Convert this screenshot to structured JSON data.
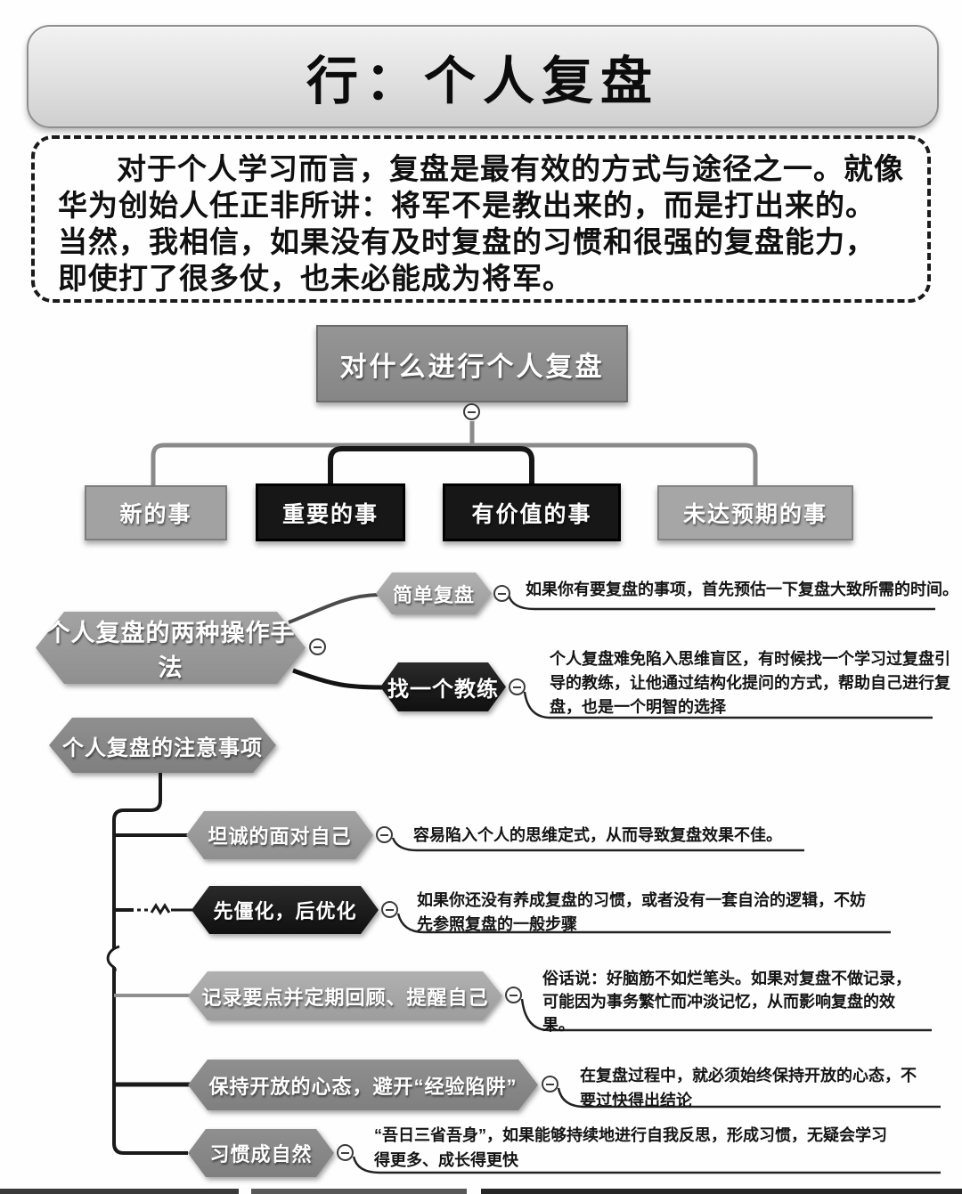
{
  "title": "行：个人复盘",
  "intro": "对于个人学习而言，复盘是最有效的方式与途径之一。就像华为创始人任正非所讲：将军不是教出来的，而是打出来的。当然，我相信，如果没有及时复盘的习惯和很强的复盘能力，即使打了很多仗，也未必能成为将军。",
  "tree": {
    "root": "对什么进行个人复盘",
    "children": [
      {
        "label": "新的事",
        "style": "gray"
      },
      {
        "label": "重要的事",
        "style": "black"
      },
      {
        "label": "有价值的事",
        "style": "black"
      },
      {
        "label": "未达预期的事",
        "style": "gray"
      }
    ]
  },
  "methods": {
    "root": "个人复盘的两种操作手法",
    "children": [
      {
        "label": "简单复盘",
        "style": "gray",
        "note": "如果你有要复盘的事项，首先预估一下复盘大致所需的时间。"
      },
      {
        "label": "找一个教练",
        "style": "black",
        "note": "个人复盘难免陷入思维盲区，有时候找一个学习过复盘引导的教练，让他通过结构化提问的方式，帮助自己进行复盘，也是一个明智的选择"
      }
    ]
  },
  "notes": {
    "root": "个人复盘的注意事项",
    "items": [
      {
        "label": "坦诚的面对自己",
        "style": "gray",
        "note": "容易陷入个人的思维定式，从而导致复盘效果不佳。"
      },
      {
        "label": "先僵化，后优化",
        "style": "black",
        "note": "如果你还没有养成复盘的习惯，或者没有一套自洽的逻辑，不妨先参照复盘的一般步骤"
      },
      {
        "label": "记录要点并定期回顾、提醒自己",
        "style": "light-gray",
        "note": "俗话说：好脑筋不如烂笔头。如果对复盘不做记录，可能因为事务繁忙而冲淡记忆，从而影响复盘的效果。"
      },
      {
        "label": "保持开放的心态，避开“经验陷阱”",
        "style": "dark-gray",
        "note": "在复盘过程中，就必须始终保持开放的心态，不要过快得出结论"
      },
      {
        "label": "习惯成自然",
        "style": "dark-gray",
        "note": "“吾日三省吾身”，如果能够持续地进行自我反思，形成习惯，无疑会学习得更多、成长得更快"
      }
    ]
  },
  "icons": {
    "collapse": "minus-circle"
  },
  "colors": {
    "node_black": "#161616",
    "node_gray": "#9a9a9a",
    "node_light_gray": "#a9a9a9",
    "node_dark_gray": "#878787",
    "line_black": "#1a1a1a",
    "line_gray": "#8a8a8a",
    "title_bg": "#dedede",
    "text": "#111111"
  }
}
